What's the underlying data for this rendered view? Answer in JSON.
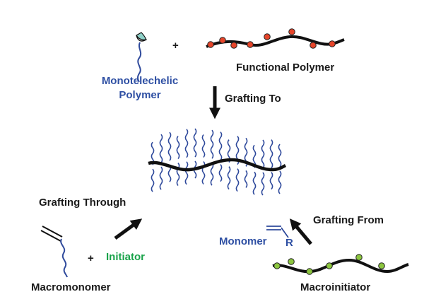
{
  "labels": {
    "plus_top": "+",
    "functional_polymer": "Functional Polymer",
    "monotelechelic_line1": "Monotelechelic",
    "monotelechelic_line2": "Polymer",
    "grafting_to": "Grafting To",
    "grafting_through": "Grafting Through",
    "grafting_from": "Grafting From",
    "monomer": "Monomer",
    "monomer_r": "R",
    "plus_bottom": "+",
    "initiator": "Initiator",
    "macromonomer": "Macromonomer",
    "macroinitiator": "Macroinitiator"
  },
  "colors": {
    "backbone": "#111111",
    "side_chain": "#2f4a9c",
    "functional_bead": "#e6452a",
    "initiator_bead": "#8cc63f",
    "end_group": "#8fd1c8",
    "label_blue": "#2e4fa3",
    "label_green": "#19a34a",
    "arrow": "#111111"
  }
}
